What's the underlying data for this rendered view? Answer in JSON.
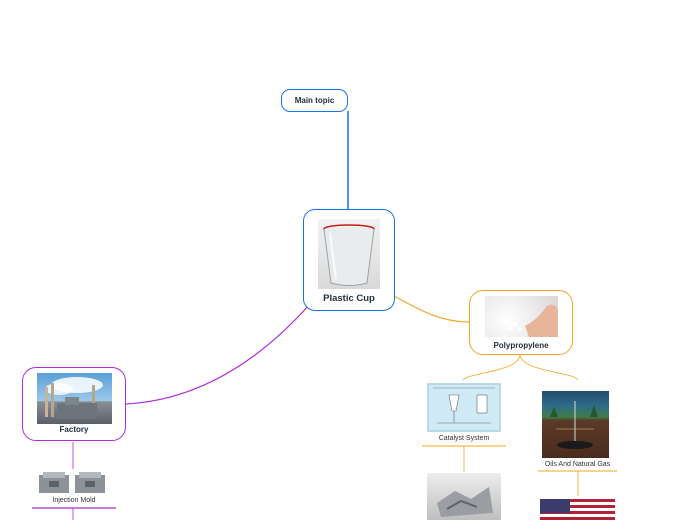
{
  "main_topic": {
    "label": "Main topic"
  },
  "center": {
    "label": "Plastic Cup",
    "image": "plastic-cup-photo"
  },
  "polypropylene": {
    "label": "Polypropylene",
    "image": "resin-pellets-photo"
  },
  "factory": {
    "label": "Factory",
    "image": "factory-photo"
  },
  "subtopics": {
    "catalyst_system": {
      "label": "Catalyst System",
      "image": "catalyst-diagram"
    },
    "oils_natural_gas": {
      "label": "Oils And Natural Gas",
      "image": "oil-and-gas-infographic"
    },
    "injection_mold": {
      "label": "Injection Mold",
      "image": "mold-parts-photo"
    }
  },
  "colors": {
    "blue": "#1a73e8",
    "orange": "#f5a623",
    "purple": "#b12bd8",
    "text": "#1f2d3d"
  }
}
